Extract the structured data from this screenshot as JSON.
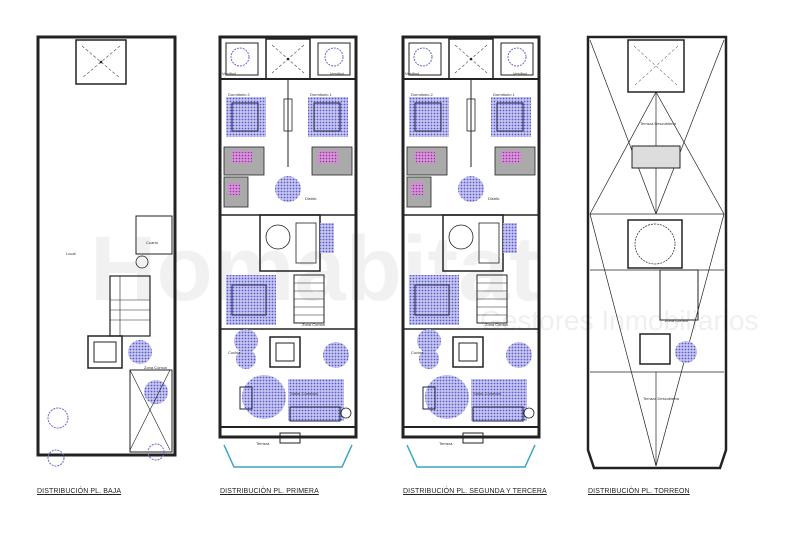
{
  "plans": [
    {
      "title": "DISTRIBUCIÓN PL. BAJA",
      "rooms": {
        "main": "Local",
        "store": "Cuarto",
        "common": "Zona Comun"
      }
    },
    {
      "title": "DISTRIBUCIÓN PL. PRIMERA",
      "rooms": {
        "patio_l": "Vestibul",
        "patio_r": "Vestibul",
        "bed_l": "Dormitorio 2",
        "bed_r": "Dormitorio 1",
        "hall": "Distrib.",
        "common": "Zona Comun",
        "kitchen": "Cocina",
        "living": "Salón-Comedor",
        "terrace": "Terraza"
      }
    },
    {
      "title": "DISTRIBUCIÓN PL. SEGUNDA Y TERCERA",
      "rooms": {
        "patio_l": "Vestibul",
        "patio_r": "Vestibul",
        "bed_l": "Dormitorio 2",
        "bed_r": "Dormitorio 1",
        "hall": "Distrib.",
        "common": "Zona Comun",
        "kitchen": "Cocina",
        "living": "Salón-Comedor",
        "terrace": "Terraza"
      }
    },
    {
      "title": "DISTRIBUCIÓN PL. TORREON",
      "rooms": {
        "terrace_top": "Terraza Descubierta",
        "common": "Zona Comun",
        "terrace_bottom": "Terraza Descubierta"
      }
    }
  ],
  "watermark": {
    "brand": "Homabitat",
    "tagline": "Gestores Inmobiliarios"
  },
  "colors": {
    "furniture_hatch": "#5a5ad0",
    "sanitary": "#b05ab0",
    "terrace_rail": "#3aa6c0",
    "lines": "#222222"
  }
}
